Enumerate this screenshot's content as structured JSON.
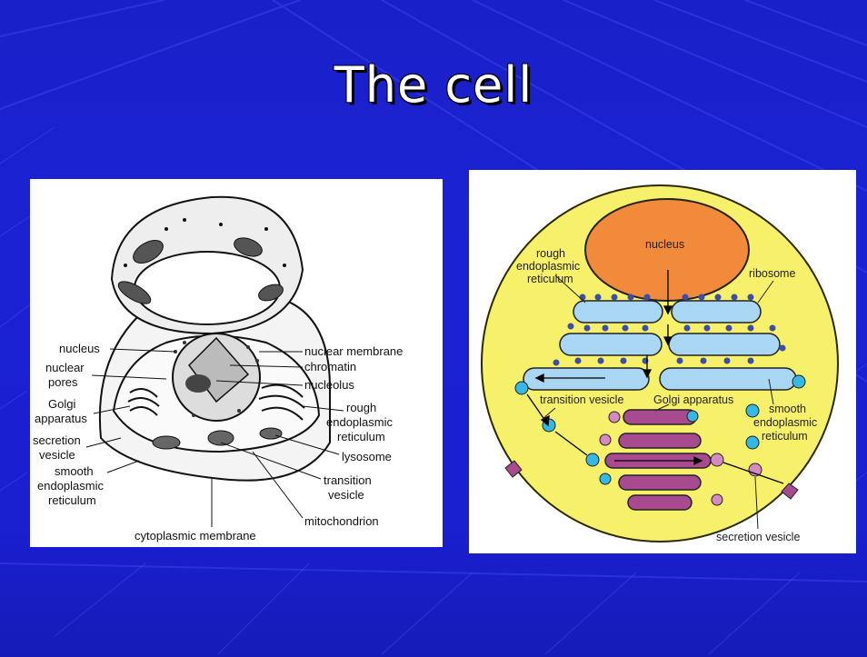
{
  "slide": {
    "title": "The cell",
    "background_color": "#1b22d4",
    "accent_color": "#ffffff"
  },
  "left_diagram": {
    "labels": {
      "nucleus": "nucleus",
      "nuclear_pores_1": "nuclear",
      "nuclear_pores_2": "pores",
      "golgi_1": "Golgi",
      "golgi_2": "apparatus",
      "secretion_1": "secretion",
      "secretion_2": "vesicle",
      "smooth_1": "smooth",
      "smooth_2": "endoplasmic",
      "smooth_3": "reticulum",
      "nuclear_membrane": "nuclear membrane",
      "chromatin": "chromatin",
      "nucleolus": "nucleolus",
      "rough_1": "rough",
      "rough_2": "endoplasmic",
      "rough_3": "reticulum",
      "lysosome": "lysosome",
      "transition_1": "transition",
      "transition_2": "vesicle",
      "mitochondrion": "mitochondrion",
      "cytoplasmic_membrane": "cytoplasmic membrane"
    }
  },
  "right_diagram": {
    "labels": {
      "nucleus": "nucleus",
      "rough_1": "rough",
      "rough_2": "endoplasmic",
      "rough_3": "reticulum",
      "ribosome": "ribosome",
      "transition_vesicle": "transition vesicle",
      "golgi": "Golgi apparatus",
      "smooth_1": "smooth",
      "smooth_2": "endoplasmic",
      "smooth_3": "reticulum",
      "secretion_vesicle": "secretion vesicle"
    },
    "colors": {
      "cell": "#f7f06a",
      "nucleus": "#f28a3c",
      "er": "#a9d6f2",
      "ribosome": "#3d4ea8",
      "golgi": "#a84a8f",
      "vesicle_blue": "#35b8e6",
      "vesicle_pink": "#d68ac2"
    }
  }
}
